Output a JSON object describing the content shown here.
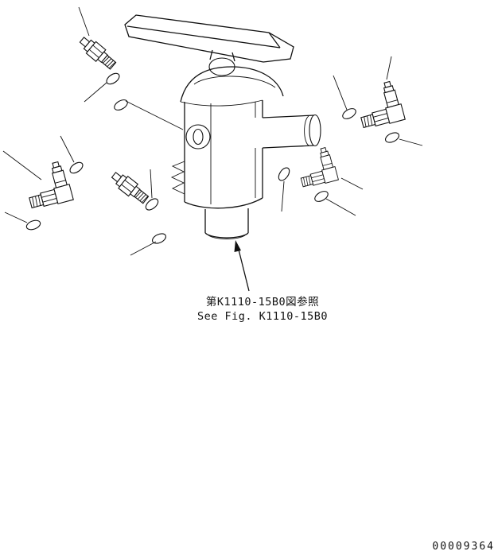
{
  "page": {
    "background": "#ffffff",
    "line_color": "#111111"
  },
  "caption": {
    "line1": "第K1110-15B0図参照",
    "line2": "See Fig. K1110-15B0"
  },
  "part_number": "00009364",
  "components": {
    "pedal": "brake-pedal",
    "valve": "valve-body",
    "fittings": "connector-fittings",
    "o_rings": "o-rings"
  }
}
